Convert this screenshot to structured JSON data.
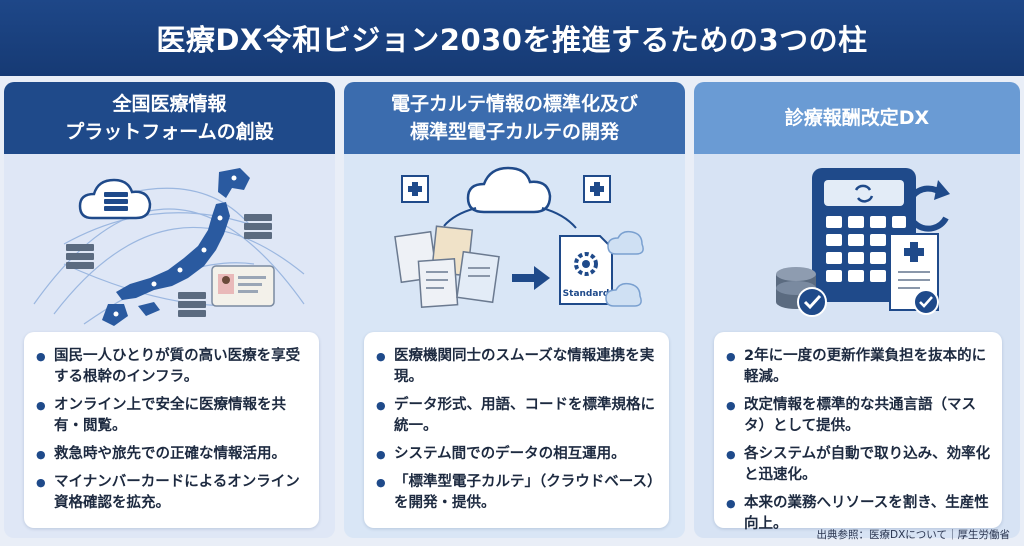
{
  "title": "医療DX令和ビジョン2030を推進するための3つの柱",
  "pillars": [
    {
      "title_line1": "全国医療情報",
      "title_line2": "プラットフォームの創設",
      "bullets": [
        "国民一人ひとりが質の高い医療を享受する根幹のインフラ。",
        "オンライン上で安全に医療情報を共有・閲覧。",
        "救急時や旅先での正確な情報活用。",
        "マイナンバーカードによるオンライン資格確認を拡充。"
      ]
    },
    {
      "title_line1": "電子カルテ情報の標準化及び",
      "title_line2": "標準型電子カルテの開発",
      "standard_label": "Standard",
      "bullets": [
        "医療機関同士のスムーズな情報連携を実現。",
        "データ形式、用語、コードを標準規格に統一。",
        "システム間でのデータの相互運用。",
        "「標準型電子カルテ」（クラウドベース）を開発・提供。"
      ]
    },
    {
      "title_line1": "診療報酬改定DX",
      "bullets": [
        "2年に一度の更新作業負担を抜本的に軽減。",
        "改定情報を標準的な共通言語（マスタ）として提供。",
        "各システムが自動で取り込み、効率化と迅速化。",
        "本来の業務へリソースを割き、生産性向上。"
      ]
    }
  ],
  "source": "出典参照：医療DXについて｜厚生労働省",
  "colors": {
    "title_bg": "#1e4788",
    "pillar1_header": "#1f4a8a",
    "pillar2_header": "#3b6cae",
    "pillar3_header": "#6a9bd4"
  },
  "icons": {
    "pillar1": [
      "cloud-icon",
      "server-icon",
      "japan-map-icon",
      "id-card-icon"
    ],
    "pillar2": [
      "hospital-icon",
      "cloud-icon",
      "document-icon",
      "arrow-right-icon",
      "gear-document-icon"
    ],
    "pillar3": [
      "calculator-icon",
      "refresh-icon",
      "coin-stack-icon",
      "medical-document-icon",
      "checkmark-icon"
    ]
  }
}
